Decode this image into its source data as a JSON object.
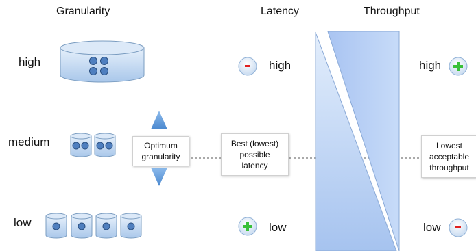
{
  "headers": {
    "granularity": "Granularity",
    "latency": "Latency",
    "throughput": "Throughput"
  },
  "granularity_levels": [
    "high",
    "medium",
    "low"
  ],
  "latency_levels": {
    "high": "high",
    "low": "low"
  },
  "throughput_levels": {
    "high": "high",
    "low": "low"
  },
  "boxes": {
    "optimum": [
      "Optimum",
      "granularity"
    ],
    "latency": [
      "Best (lowest)",
      "possible",
      "latency"
    ],
    "throughput": [
      "Lowest",
      "acceptable",
      "throughput"
    ]
  },
  "badges": {
    "minus": "-",
    "plus": "+"
  },
  "colors": {
    "cylinder_fill": "#cfe3f8",
    "cylinder_stroke": "#7a9cc0",
    "dot_fill": "#4f7fbf",
    "arrow_fill": "#5e9ad8",
    "wedge_fill": "#b7d0f4",
    "minus_color": "#e02020",
    "plus_color": "#39c039"
  }
}
